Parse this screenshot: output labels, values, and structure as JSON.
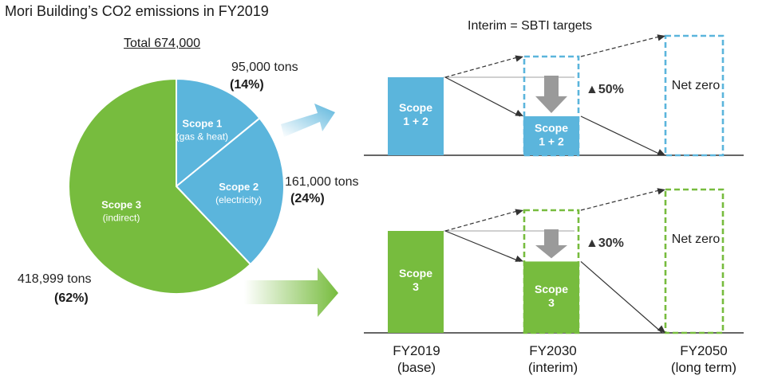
{
  "title": "Mori Building’s CO2 emissions in FY2019",
  "total": "Total 674,000",
  "targets_note": "Interim = SBTI targets",
  "colors": {
    "scope12": "#5bb5dc",
    "scope3": "#77bc3e",
    "arrow_gray": "#9a9a9a"
  },
  "chart_data": [
    {
      "type": "pie",
      "title": "Mori Building’s CO2 emissions in FY2019",
      "total_label": "Total 674,000",
      "slices": [
        {
          "key": "scope1",
          "name": "Scope 1",
          "sub": "(gas & heat)",
          "value": 95000,
          "value_label": "95,000 tons",
          "pct_label": "(14%)",
          "color": "#5bb5dc"
        },
        {
          "key": "scope2",
          "name": "Scope 2",
          "sub": "(electricity)",
          "value": 161000,
          "value_label": "161,000 tons",
          "pct_label": "(24%)",
          "color": "#5bb5dc"
        },
        {
          "key": "scope3",
          "name": "Scope 3",
          "sub": "(indirect)",
          "value": 418999,
          "value_label": "418,999 tons",
          "pct_label": "(62%)",
          "color": "#77bc3e"
        }
      ]
    },
    {
      "type": "bar",
      "panel": "scope12",
      "categories": [
        "FY2019 (base)",
        "FY2030 (interim)",
        "FY2050 (long term)"
      ],
      "values": [
        100,
        50,
        0
      ],
      "bar_labels": [
        "Scope\n1 + 2",
        "Scope\n1 + 2",
        "Net zero"
      ],
      "reduction_label": "▲50%",
      "color": "#5bb5dc"
    },
    {
      "type": "bar",
      "panel": "scope3",
      "categories": [
        "FY2019 (base)",
        "FY2030 (interim)",
        "FY2050 (long term)"
      ],
      "values": [
        100,
        70,
        0
      ],
      "bar_labels": [
        "Scope\n3",
        "Scope\n3",
        "Net zero"
      ],
      "reduction_label": "▲30%",
      "color": "#77bc3e"
    }
  ],
  "fy_labels": [
    {
      "year": "FY2019",
      "note": "(base)"
    },
    {
      "year": "FY2030",
      "note": "(interim)"
    },
    {
      "year": "FY2050",
      "note": "(long term)"
    }
  ]
}
